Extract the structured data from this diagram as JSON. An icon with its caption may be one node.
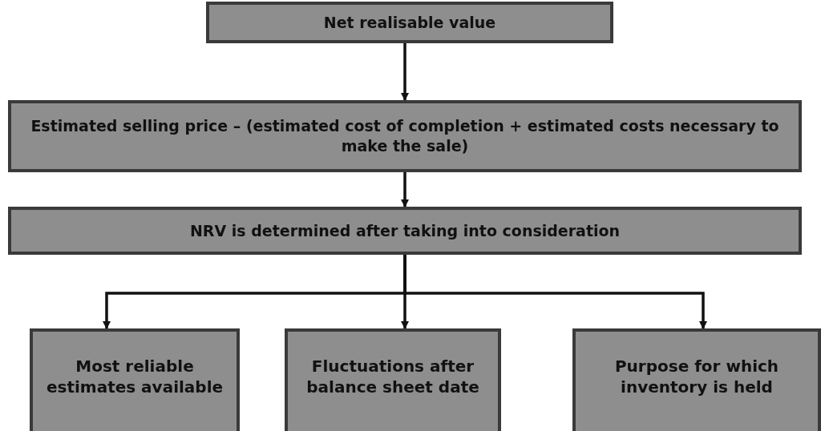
{
  "diagram": {
    "nodes": [
      {
        "text": [
          "Net realisable value"
        ]
      },
      {
        "text": [
          "Estimated selling price – (estimated cost of completion + estimated costs necessary to make the sale)"
        ]
      },
      {
        "text": [
          "NRV is determined after taking into consideration"
        ]
      },
      {
        "text": [
          "Most reliable estimates available"
        ]
      },
      {
        "text": [
          "Fluctuations after balance sheet date"
        ]
      },
      {
        "text": [
          "Purpose for which inventory is held"
        ]
      }
    ],
    "edges": [
      {
        "from": 0,
        "to": 1,
        "arrow": "to"
      },
      {
        "from": 1,
        "to": 2,
        "arrow": "to"
      },
      {
        "from": 2,
        "to": 3,
        "arrow": "to"
      },
      {
        "from": 2,
        "to": 4,
        "arrow": "to"
      },
      {
        "from": 2,
        "to": 5,
        "arrow": "to"
      }
    ]
  }
}
